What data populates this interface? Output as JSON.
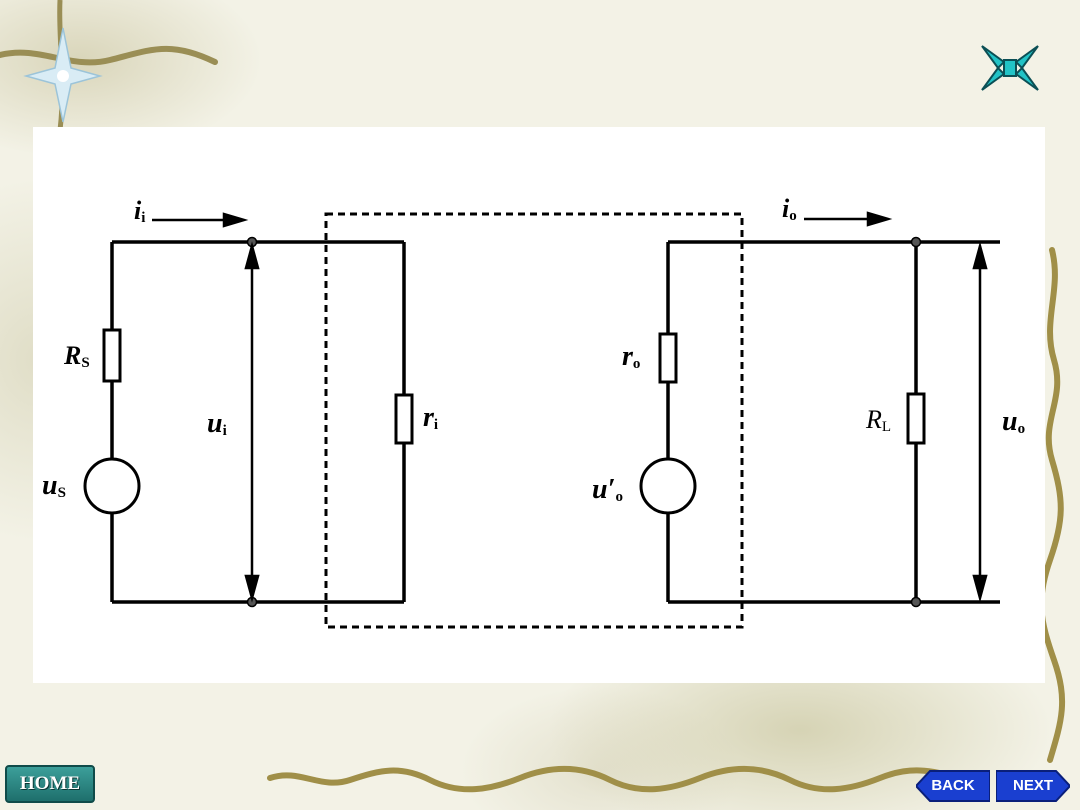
{
  "nav": {
    "home_label": "HOME",
    "back_label": "BACK",
    "next_label": "NEXT"
  },
  "icons": {
    "close": "close-arrows-icon",
    "decoration": "star-ornament-icon"
  },
  "colors": {
    "teal": "#1e8a86",
    "nav_blue": "#1a3fd0"
  },
  "diagram": {
    "labels": {
      "i_in": {
        "main": "i",
        "sub": "i"
      },
      "rs": {
        "main": "R",
        "sub": "S"
      },
      "us": {
        "main": "u",
        "sub": "S"
      },
      "ui": {
        "main": "u",
        "sub": "i"
      },
      "ri": {
        "main": "r",
        "sub": "i"
      },
      "i_out": {
        "main": "i",
        "sub": "o"
      },
      "ro": {
        "main": "r",
        "sub": "o"
      },
      "uo_prime": {
        "main": "u′",
        "sub": "o"
      },
      "rl": {
        "main": "R",
        "sub": "L"
      },
      "uo": {
        "main": "u",
        "sub": "o"
      }
    }
  }
}
